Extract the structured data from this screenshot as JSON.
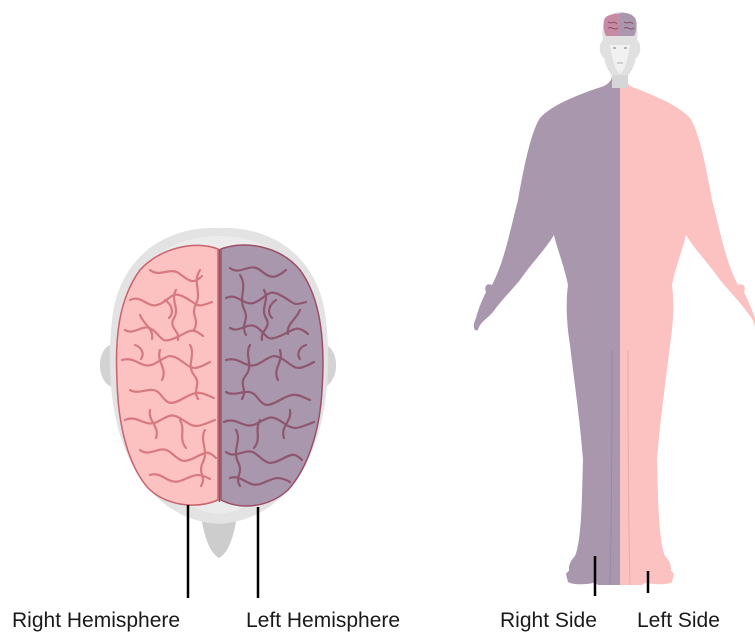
{
  "labels": {
    "right_hemisphere": "Right Hemisphere",
    "left_hemisphere": "Left Hemisphere",
    "right_side": "Right Side",
    "left_side": "Left Side"
  },
  "colors": {
    "right": "#fcc1c1",
    "left": "#a897ad",
    "right_outline": "#c9626a",
    "left_outline": "#9c4e66",
    "head": "#e2e2e2",
    "head_shadow": "#cfcfcf",
    "leader_line": "#000000"
  }
}
